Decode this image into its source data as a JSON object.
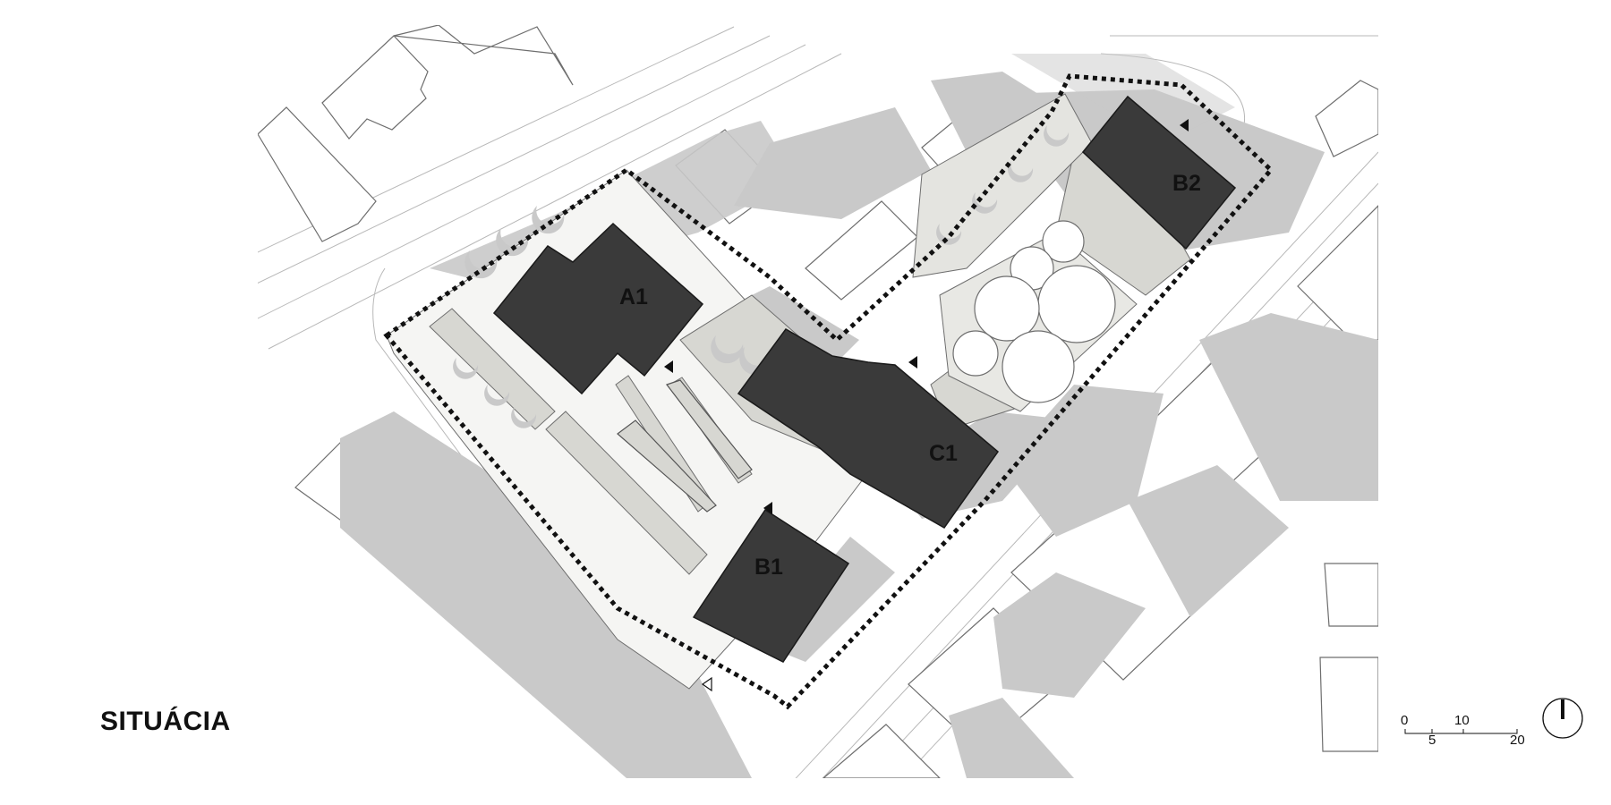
{
  "title": "SITUÁCIA",
  "buildings": [
    {
      "id": "A1",
      "label": "A1"
    },
    {
      "id": "B1",
      "label": "B1"
    },
    {
      "id": "B2",
      "label": "B2"
    },
    {
      "id": "C1",
      "label": "C1"
    }
  ],
  "scale_bar": {
    "ticks": [
      "0",
      "5",
      "10",
      "20"
    ]
  },
  "icons": [
    "north-arrow-icon",
    "entrance-arrow-icon"
  ],
  "colors": {
    "building": "#3a3a3a",
    "shadow": "#c8c8c8",
    "paving": "#d7d7d2",
    "boundary": "#111111",
    "line": "#9a9a9a"
  }
}
